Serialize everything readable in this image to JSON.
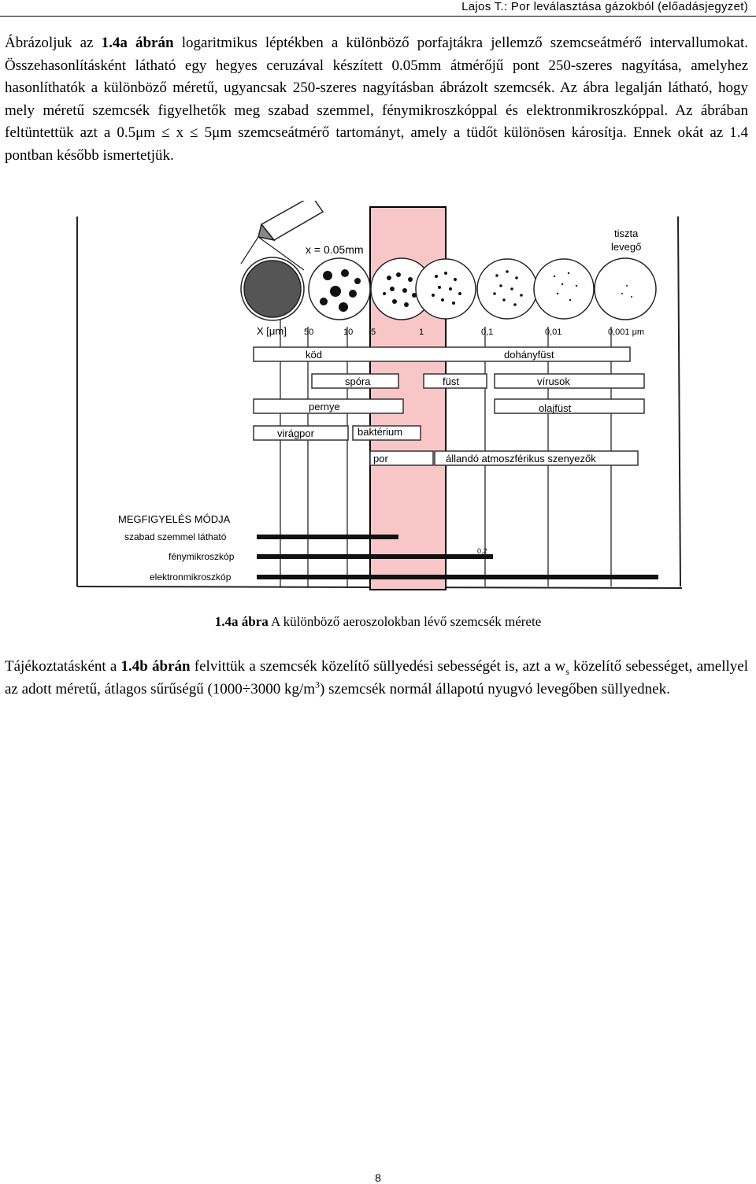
{
  "header": {
    "title": "Lajos T.: Por leválasztása gázokból (előadásjegyzet)"
  },
  "paragraph1": {
    "s1a": "Ábrázoljuk az ",
    "s1b": "1.4a ábrán",
    "s1c": " logaritmikus léptékben a különböző porfajtákra jellemző szemcseátmérő intervallumokat. Összehasonlításként látható egy hegyes ceruzával készített 0.05mm átmérőjű pont 250-szeres nagyítása, amelyhez hasonlíthatók a különböző méretű, ugyancsak 250-szeres nagyításban ábrázolt szemcsék. Az ábra legalján látható, hogy mely méretű szemcsék figyelhetők meg szabad szemmel, fénymikroszkóppal és elektronmikroszkóppal. Az ábrában feltüntettük azt a 0.5μm ≤ x ≤ 5μm szemcseátmérő tartományt, amely a tüdőt különösen károsítja. Ennek okát az 1.4 pontban később ismertetjük."
  },
  "figure": {
    "pencil_label": "x = 0.05mm",
    "clean_air_label_1": "tiszta",
    "clean_air_label_2": "levegő",
    "axis_label": "X [μm]",
    "ticks": [
      "50",
      "10",
      "5",
      "1",
      "0,1",
      "0,01",
      "0,001 μm"
    ],
    "bars": {
      "kod": "köd",
      "dohanyfust": "dohányfüst",
      "spora": "spóra",
      "fust": "füst",
      "virusok": "vírusok",
      "pernye": "pernye",
      "olajfust": "olajfüst",
      "viragpor": "virágpor",
      "bakterium": "baktérium",
      "por": "por",
      "allando": "állandó atmoszférikus szenyezők"
    },
    "observation": {
      "title": "MEGFIGYELÉS MÓDJA",
      "naked_eye": "szabad szemmel látható",
      "light_microscope": "fénymikroszkóp",
      "electron_microscope": "elektronmikroszkóp",
      "limit": "0,2"
    },
    "highlight_color": "#f9c6c8"
  },
  "caption": {
    "number": "1.4a ábra",
    "text": " A különböző aeroszolokban lévő szemcsék mérete"
  },
  "paragraph2": {
    "s1a": "Tájékoztatásként a ",
    "s1b": "1.4b ábrán",
    "s1c": " felvittük a szemcsék közelítő süllyedési sebességét is, azt a  w",
    "sub": "s",
    "s1d": "  közelítő sebességet, amellyel az adott méretű, átlagos sűrűségű (1000÷3000 kg/m",
    "sup": "3",
    "s1e": ") szemcsék normál állapotú nyugvó levegőben süllyednek."
  },
  "page_number": "8"
}
